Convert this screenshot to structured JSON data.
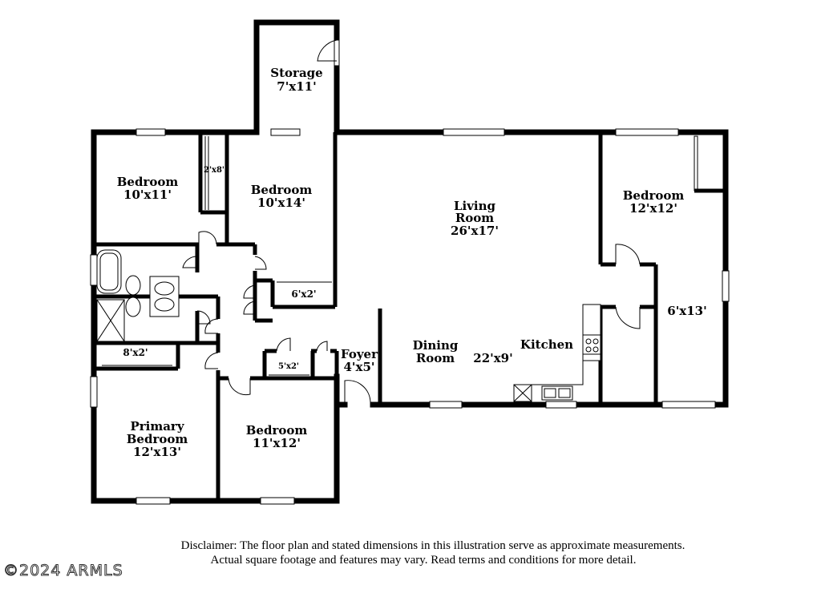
{
  "rooms": {
    "storage": {
      "name": "Storage",
      "size": "7'x11'"
    },
    "bedroom_nw": {
      "name": "Bedroom",
      "size": "10'x11'"
    },
    "closet_2x8": {
      "size": "2'x8'"
    },
    "bedroom_n": {
      "name": "Bedroom",
      "size": "10'x14'"
    },
    "closet_6x2": {
      "size": "6'x2'"
    },
    "living": {
      "name1": "Living",
      "name2": "Room",
      "size": "26'x17'"
    },
    "bedroom_ne": {
      "name": "Bedroom",
      "size": "12'x12'"
    },
    "hall_6x13": {
      "size": "6'x13'"
    },
    "closet_8x2": {
      "size": "8'x2'"
    },
    "closet_5x2": {
      "size": "5'x2'"
    },
    "foyer": {
      "name": "Foyer",
      "size": "4'x5'"
    },
    "dining": {
      "name1": "Dining",
      "name2": "Room"
    },
    "kitchen": {
      "name": "Kitchen",
      "size": "22'x9'"
    },
    "primary": {
      "name1": "Primary",
      "name2": "Bedroom",
      "size": "12'x13'"
    },
    "bedroom_s": {
      "name": "Bedroom",
      "size": "11'x12'"
    }
  },
  "disclaimer": {
    "line1": "Disclaimer: The floor plan and stated dimensions in this illustration serve as approximate measurements.",
    "line2": "Actual square footage and features may vary. Read terms and conditions for more detail."
  },
  "watermark": "©2024 ARMLS"
}
